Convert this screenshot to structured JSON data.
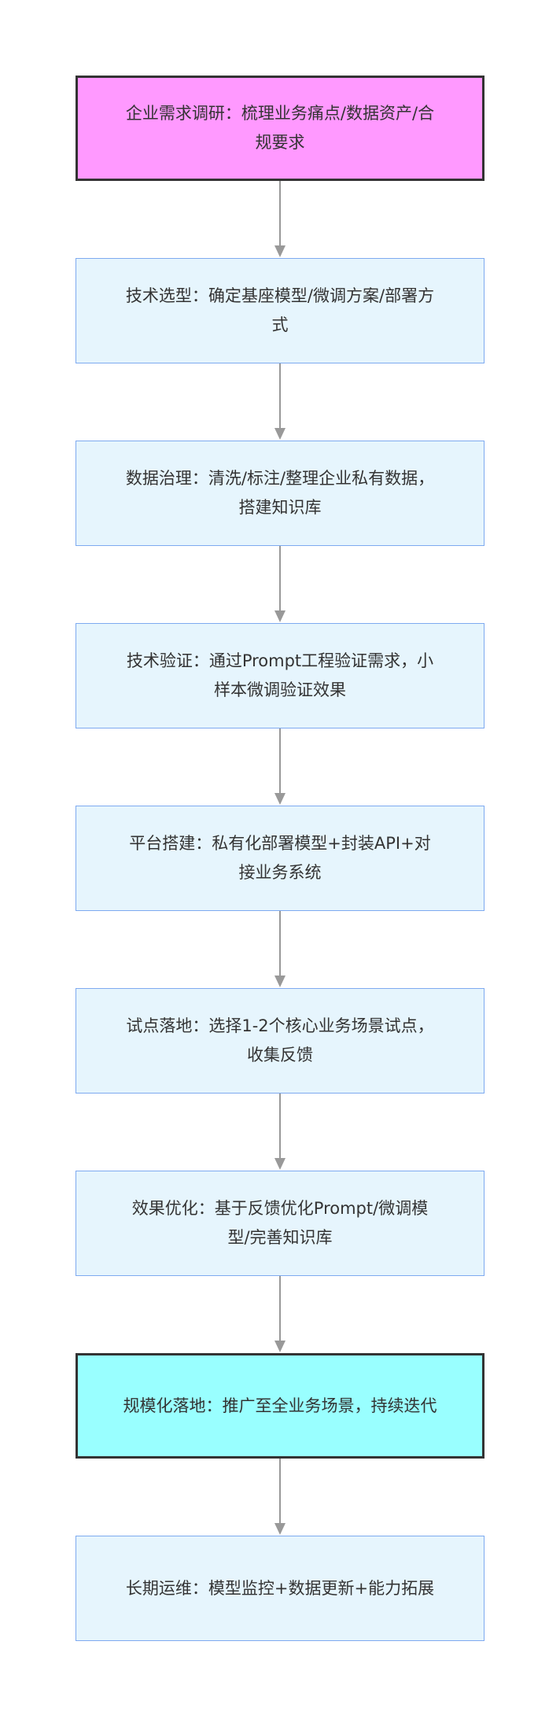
{
  "flowchart": {
    "steps": [
      {
        "text": "企业需求调研：梳理业务痛点/数据资产/合规要求",
        "style": "magenta",
        "fill": "#ff99ff"
      },
      {
        "text": "技术选型：确定基座模型/微调方案/部署方式",
        "style": "default",
        "fill": "#e6f5fd"
      },
      {
        "text": "数据治理：清洗/标注/整理企业私有数据，搭建知识库",
        "style": "default",
        "fill": "#e6f5fd"
      },
      {
        "text": "技术验证：通过Prompt工程验证需求，小样本微调验证效果",
        "style": "default",
        "fill": "#e6f5fd"
      },
      {
        "text": "平台搭建：私有化部署模型+封装API+对接业务系统",
        "style": "default",
        "fill": "#e6f5fd"
      },
      {
        "text": "试点落地：选择1-2个核心业务场景试点，收集反馈",
        "style": "default",
        "fill": "#e6f5fd"
      },
      {
        "text": "效果优化：基于反馈优化Prompt/微调模型/完善知识库",
        "style": "default",
        "fill": "#e6f5fd"
      },
      {
        "text": "规模化落地：推广至全业务场景，持续迭代",
        "style": "cyan",
        "fill": "#99ffff"
      },
      {
        "text": "长期运维：模型监控+数据更新+能力拓展",
        "style": "default",
        "fill": "#e6f5fd"
      }
    ],
    "colors": {
      "default_border": "#7eaaf0",
      "highlight_border": "#333333",
      "arrow": "#999999",
      "text": "#333333"
    }
  }
}
